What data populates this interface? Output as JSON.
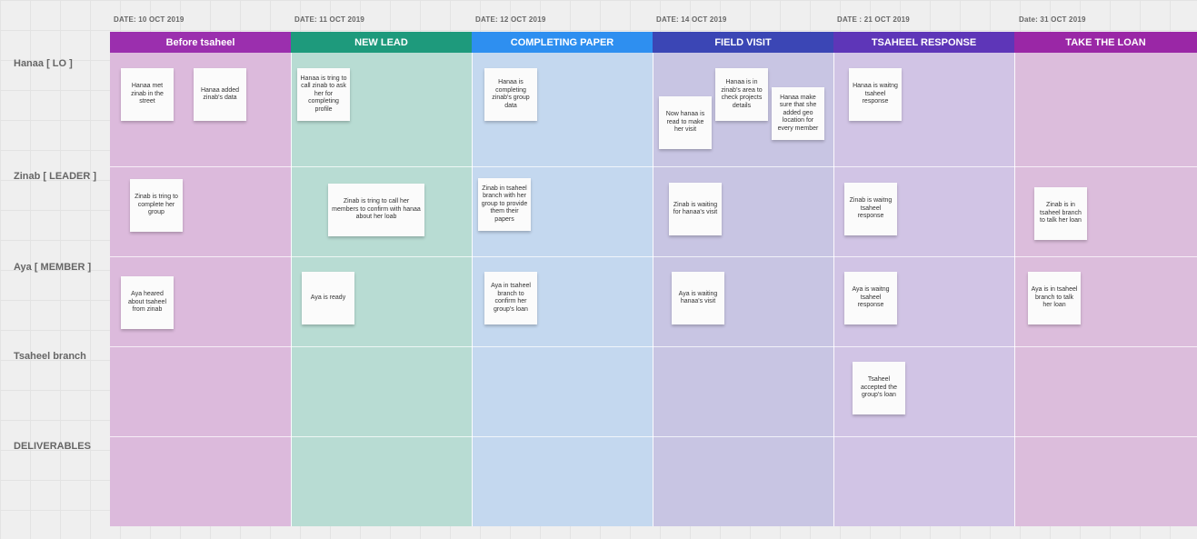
{
  "columns": [
    {
      "date": "DATE: 10 OCT 2019",
      "title": "Before tsaheel",
      "color": "#9b2fae",
      "body_color": "#dcbadc"
    },
    {
      "date": "DATE: 11 OCT 2019",
      "title": "NEW LEAD",
      "color": "#1e9a7c",
      "body_color": "#b8dcd3"
    },
    {
      "date": "DATE: 12 OCT 2019",
      "title": "COMPLETING PAPER",
      "color": "#2e8ff0",
      "body_color": "#c4d8ef"
    },
    {
      "date": "DATE: 14 OCT 2019",
      "title": "FIELD VISIT",
      "color": "#3b46b5",
      "body_color": "#c8c5e3"
    },
    {
      "date": "DATE : 21 OCT 2019",
      "title": "TSAHEEL RESPONSE",
      "color": "#5e36b8",
      "body_color": "#d1c4e5"
    },
    {
      "date": "Date: 31 OCT 2019",
      "title": "TAKE THE LOAN",
      "color": "#9a27a6",
      "body_color": "#dcbddc"
    }
  ],
  "rows": [
    {
      "label": "Hanaa [ LO ]"
    },
    {
      "label": "Zinab [ LEADER ]"
    },
    {
      "label": "Aya [ MEMBER ]"
    },
    {
      "label": "Tsaheel branch"
    },
    {
      "label": "DELIVERABLES"
    }
  ],
  "notes": [
    {
      "text": "Hanaa met zinab in the street"
    },
    {
      "text": "Hanaa added zinab's data"
    },
    {
      "text": "Hanaa is tring to call zinab to ask her for completing profile"
    },
    {
      "text": "Hanaa is completing zinab's group data"
    },
    {
      "text": "Now hanaa is read to make her visit"
    },
    {
      "text": "Hanaa is in zinab's area to check projects details"
    },
    {
      "text": "Hanaa make sure that she added geo location for every member"
    },
    {
      "text": "Hanaa is waitng tsaheel response"
    },
    {
      "text": "Zinab is tring to complete her group"
    },
    {
      "text": "Zinab is tring to call her members to confirm with hanaa about her loab"
    },
    {
      "text": "Zinab in tsaheel branch with her group to provide them their papers"
    },
    {
      "text": "Zinab is waiting for hanaa's visit"
    },
    {
      "text": "Zinab is waitng tsaheel response"
    },
    {
      "text": "Zinab is in tsaheel branch to talk her loan"
    },
    {
      "text": "Aya heared about tsaheel from zinab"
    },
    {
      "text": "Aya is ready"
    },
    {
      "text": "Aya in tsaheel branch to confirm her group's loan"
    },
    {
      "text": "Aya is waiting hanaa's visit"
    },
    {
      "text": "Aya is waitng tsaheel response"
    },
    {
      "text": "Aya is in tsaheel branch to talk her loan"
    },
    {
      "text": "Tsaheel accepted the group's loan"
    }
  ]
}
